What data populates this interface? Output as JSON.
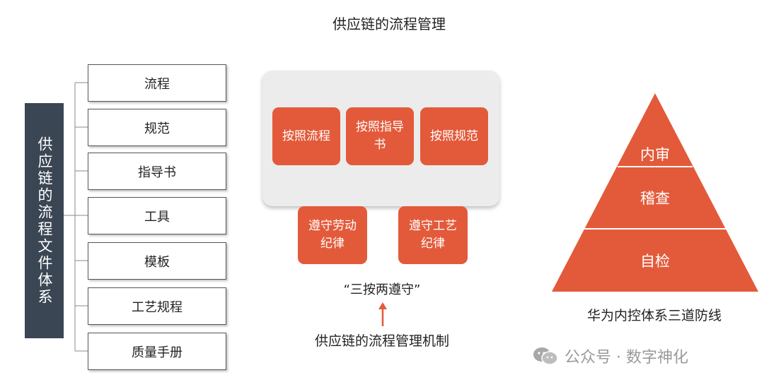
{
  "title": "供应链的流程管理",
  "left": {
    "vertical_label": "供应链的流程文件体系",
    "items": [
      "流程",
      "规范",
      "指导书",
      "工具",
      "模板",
      "工艺规程",
      "质量手册"
    ]
  },
  "middle": {
    "follow": [
      "按照流程",
      "按照指导书",
      "按照规范"
    ],
    "comply": [
      "遵守劳动纪律",
      "遵守工艺纪律"
    ],
    "quote": "“三按两遵守”",
    "caption": "供应链的流程管理机制"
  },
  "right": {
    "levels": [
      "内审",
      "稽查",
      "自检"
    ],
    "caption": "华为内控体系三道防线"
  },
  "watermark": "公众号 · 数字神化",
  "colors": {
    "accent": "#e35a3a",
    "dark_bar": "#3b4654",
    "panel": "#ececec"
  }
}
